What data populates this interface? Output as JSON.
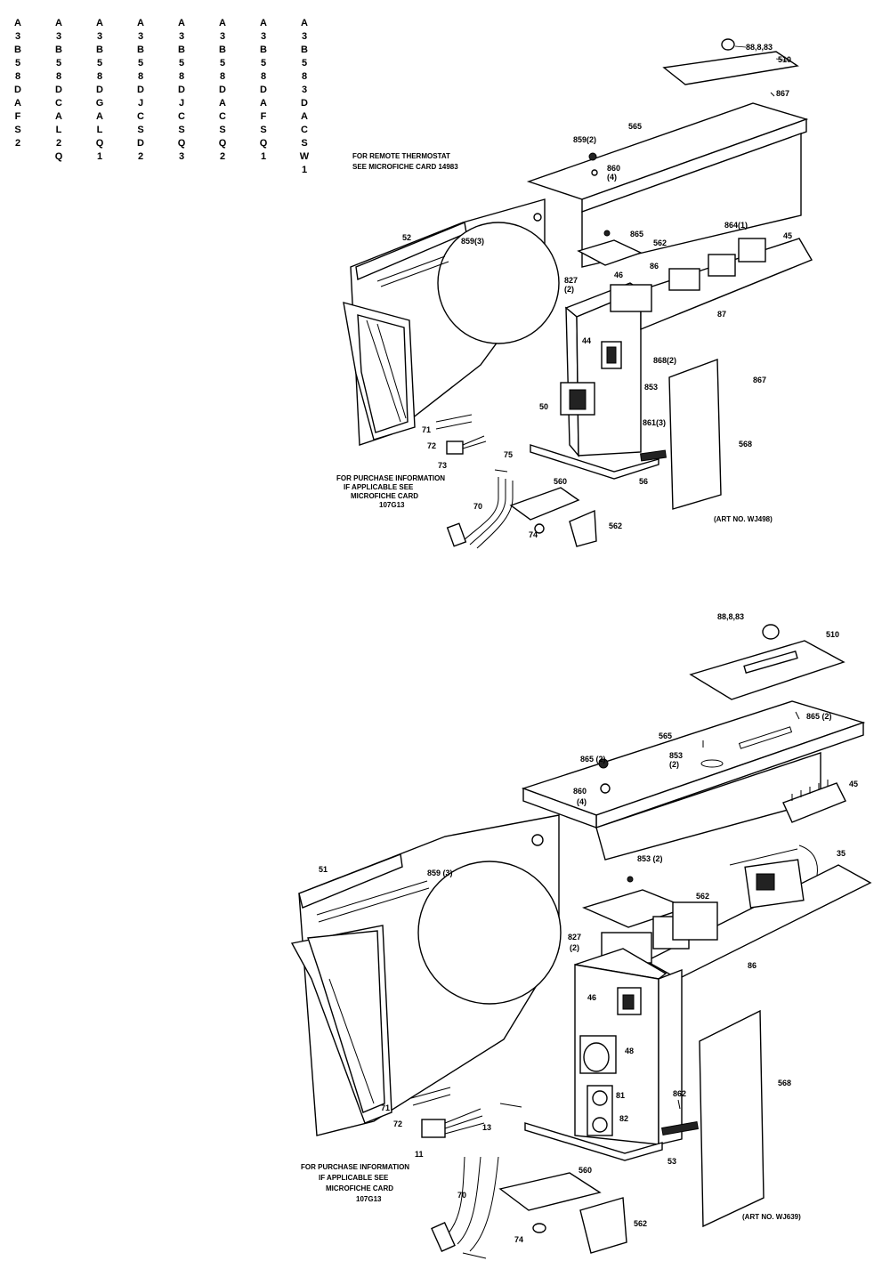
{
  "model_columns": [
    [
      "A",
      "3",
      "B",
      "5",
      "8",
      "D",
      "A",
      "F",
      "S",
      "2"
    ],
    [
      "A",
      "3",
      "B",
      "5",
      "8",
      "D",
      "C",
      "A",
      "L",
      "2",
      "Q"
    ],
    [
      "A",
      "3",
      "B",
      "5",
      "8",
      "D",
      "G",
      "A",
      "L",
      "Q",
      "1"
    ],
    [
      "A",
      "3",
      "B",
      "5",
      "8",
      "D",
      "J",
      "C",
      "S",
      "D",
      "2"
    ],
    [
      "A",
      "3",
      "B",
      "5",
      "8",
      "D",
      "J",
      "C",
      "S",
      "Q",
      "3"
    ],
    [
      "A",
      "3",
      "B",
      "5",
      "8",
      "D",
      "A",
      "C",
      "S",
      "Q",
      "2"
    ],
    [
      "A",
      "3",
      "B",
      "5",
      "8",
      "D",
      "A",
      "F",
      "S",
      "Q",
      "1"
    ],
    [
      "A",
      "3",
      "B",
      "5",
      "8",
      "3",
      "D",
      "A",
      "C",
      "S",
      "W",
      "1"
    ]
  ],
  "top_diagram": {
    "note_thermostat": [
      "FOR REMOTE THERMOSTAT",
      "SEE MICROFICHE CARD 14983"
    ],
    "note_purchase": [
      "FOR PURCHASE INFORMATION",
      "IF APPLICABLE SEE",
      "MICROFICHE CARD",
      "107G13"
    ],
    "art_no": "(ART NO. WJ498)",
    "labels": {
      "knob": "88,8,83",
      "panel": "510",
      "screw_top": "867",
      "cover": "565",
      "screw_a": "859(2)",
      "screw_b": "860",
      "screw_b2": "(4)",
      "frame": "52",
      "screws_row": "859(3)",
      "plate": "865",
      "plate2": "562",
      "screw_c": "864(1)",
      "terminal": "45",
      "screw_d": "827",
      "screw_d2": "(2)",
      "relay": "46",
      "switch_r": "86",
      "switch_r2": "87",
      "switch": "44",
      "screw_e": "868(2)",
      "screw_f": "867",
      "capacitor": "50",
      "clip": "853",
      "screw_g": "861(3)",
      "door": "568",
      "bar": "56",
      "lead1": "71",
      "plug": "72",
      "lead2": "73",
      "screw_h": "75",
      "cord": "70",
      "bracket": "560",
      "bushing": "74",
      "clamp": "562"
    }
  },
  "bottom_diagram": {
    "note_purchase": [
      "FOR PURCHASE INFORMATION",
      "IF APPLICABLE SEE",
      "MICROFICHE CARD",
      "107G13"
    ],
    "art_no": "(ART NO. WJ639)",
    "labels": {
      "knob": "88,8,83",
      "panel": "510",
      "screw_a": "865 (2)",
      "cover": "565",
      "screw_b": "865 (2)",
      "screw_c": "853",
      "screw_c2": "(2)",
      "screw_d": "860",
      "screw_d2": "(4)",
      "terminal": "45",
      "frame": "51",
      "screws_row": "859 (3)",
      "screw_e": "853 (2)",
      "plate": "562",
      "relay": "35",
      "screw_f": "827",
      "screw_f2": "(2)",
      "switches": "86",
      "switch": "46",
      "control": "48",
      "cap1": "81",
      "cap2": "82",
      "clip": "862",
      "bar": "53",
      "door": "568",
      "lead1": "71",
      "plug": "72",
      "lead2": "11",
      "lead3": "13",
      "cord": "70",
      "bracket": "560",
      "bushing": "74",
      "clamp": "562"
    }
  }
}
